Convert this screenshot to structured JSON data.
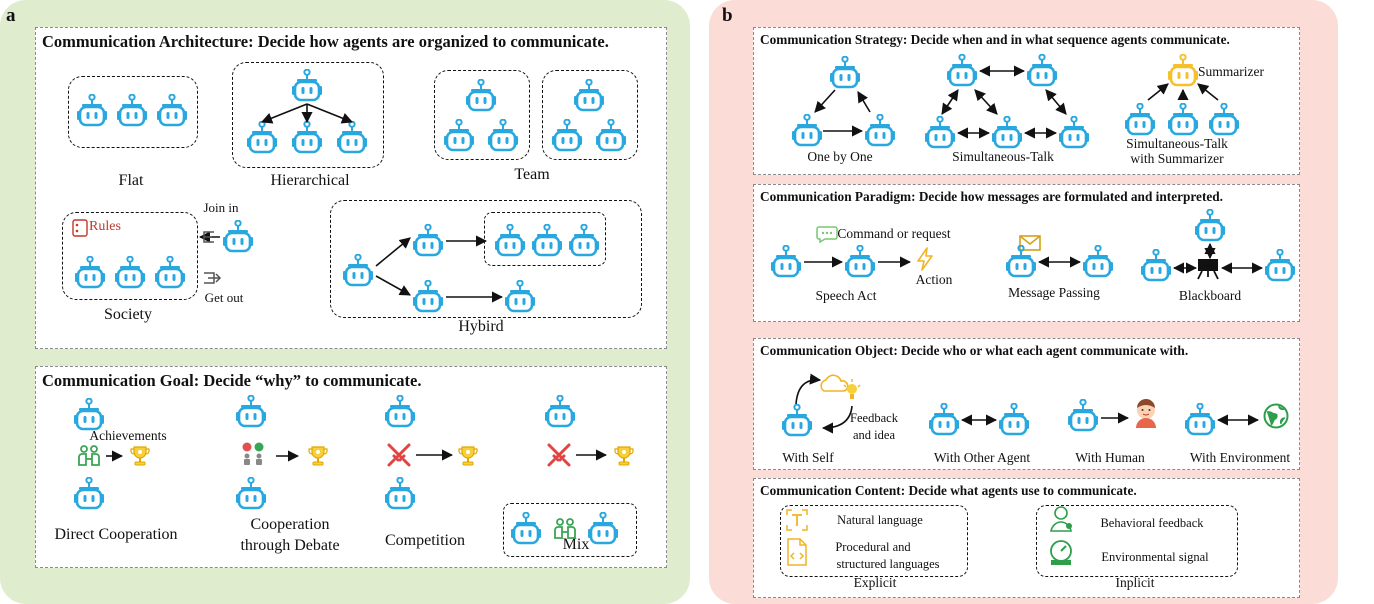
{
  "colors": {
    "robot": "#29a8e0",
    "panel_a_bg": "#dfeccd",
    "panel_b_bg": "#fbdcd6",
    "summarizer": "#f6c02a",
    "rules": "#c0392b"
  },
  "panel_a": {
    "letter": "a",
    "architecture": {
      "title": "Communication Architecture: Decide how agents are organized to communicate.",
      "flat": "Flat",
      "hierarchical": "Hierarchical",
      "team": "Team",
      "society": "Society",
      "rules": "Rules",
      "join_in": "Join in",
      "get_out": "Get out",
      "hybird": "Hybird"
    },
    "goal": {
      "title": "Communication Goal: Decide “why” to communicate.",
      "achievements": "Achievements",
      "direct_cooperation": "Direct Cooperation",
      "cooperation_debate_1": "Cooperation",
      "cooperation_debate_2": "through Debate",
      "competition": "Competition",
      "mix": "Mix"
    }
  },
  "panel_b": {
    "letter": "b",
    "strategy": {
      "title": "Communication Strategy: Decide when and in what sequence agents communicate.",
      "one_by_one": "One by One",
      "simultaneous_talk": "Simultaneous-Talk",
      "summarizer": "Summarizer",
      "sim_summ_1": "Simultaneous-Talk",
      "sim_summ_2": "with Summarizer"
    },
    "paradigm": {
      "title": "Communication Paradigm: Decide how messages are formulated and interpreted.",
      "command": "Command or request",
      "speech_act": "Speech Act",
      "action": "Action",
      "message_passing": "Message Passing",
      "blackboard": "Blackboard"
    },
    "object": {
      "title": "Communication Object: Decide who or what each agent communicate with.",
      "feedback_1": "Feedback",
      "feedback_2": "and idea",
      "with_self": "With Self",
      "with_other": "With Other Agent",
      "with_human": "With Human",
      "with_environment": "With Environment"
    },
    "content": {
      "title": "Communication Content: Decide what agents use to communicate.",
      "natural_language": "Natural language",
      "procedural_1": "Procedural and",
      "procedural_2": "structured languages",
      "explicit": "Explicit",
      "behavioral": "Behavioral feedback",
      "environmental": "Environmental signal",
      "implicit": "Inplicit"
    }
  }
}
